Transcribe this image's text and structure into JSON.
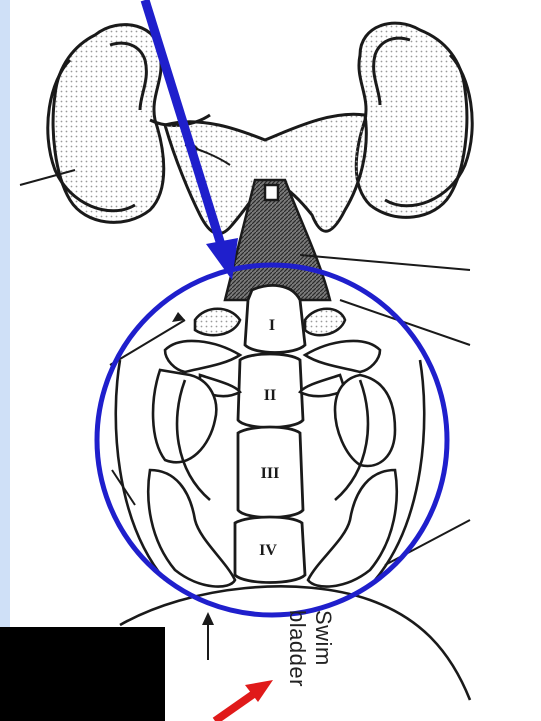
{
  "colors": {
    "page_background": "#cfe0f7",
    "panel_background": "#ffffff",
    "ink": "#1a1a1a",
    "stipple": "#bdbdbd",
    "highlight_circle": "#1f1fcc",
    "pointer_arrow": "#1f1fcc",
    "red_arrow": "#e01a1a",
    "redaction_box": "#000000"
  },
  "diagram": {
    "vertebra_numerals": [
      "I",
      "II",
      "III",
      "IV"
    ],
    "swim_bladder_label": [
      "Swim",
      "bladder"
    ]
  },
  "icons": {
    "pointer": "blue-arrow-icon",
    "label_pointer": "red-arrow-icon"
  }
}
